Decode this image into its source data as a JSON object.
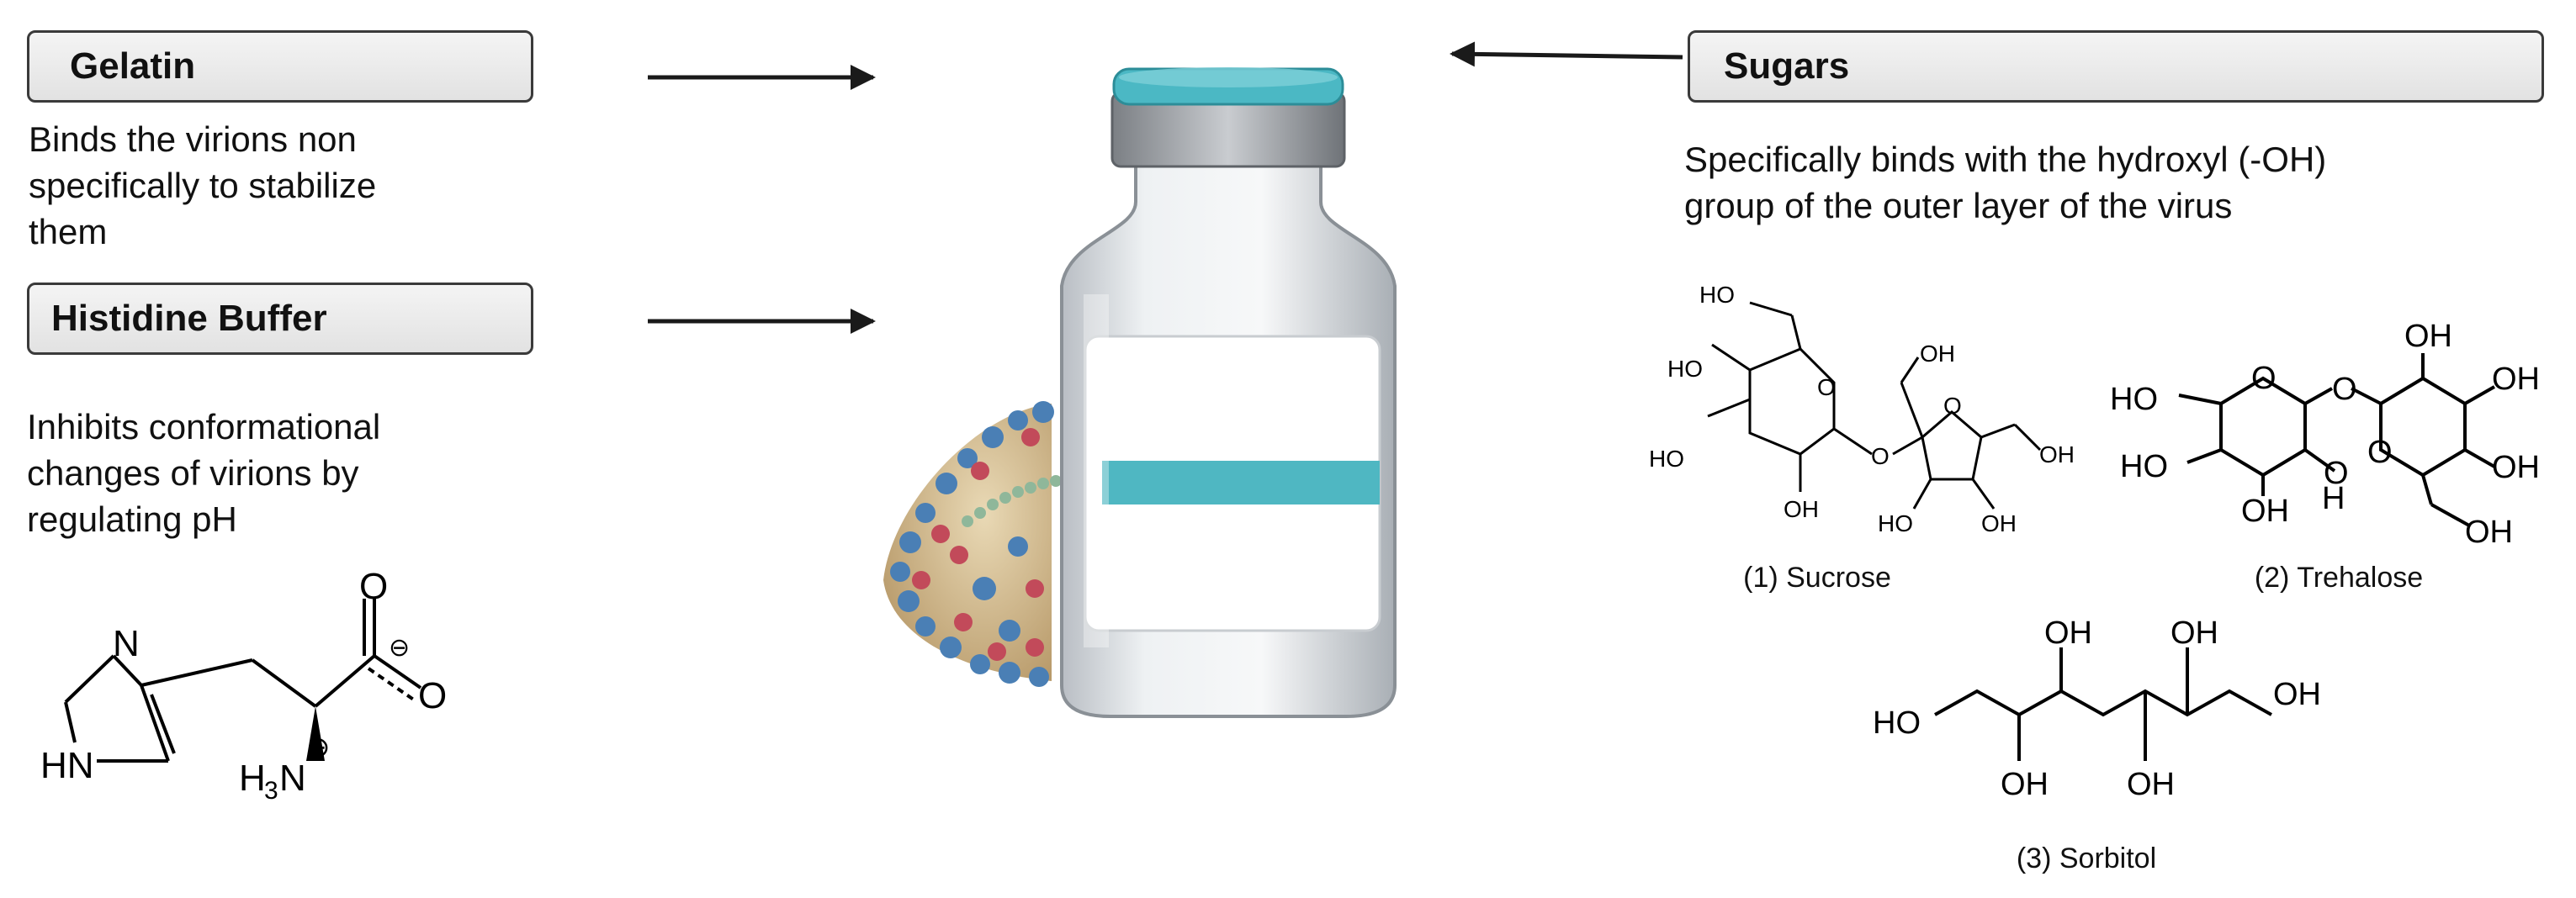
{
  "gelatin": {
    "title": "Gelatin",
    "description": [
      "Binds the virions non",
      "specifically to stabilize",
      "them"
    ]
  },
  "histidine": {
    "title": "Histidine Buffer",
    "description": [
      "Inhibits conformational",
      "changes of virions by",
      "regulating pH"
    ]
  },
  "sugars": {
    "title": "Sugars",
    "description": [
      "Specifically binds with the hydroxyl (-OH)",
      "group of the outer layer of the virus"
    ]
  },
  "structures": {
    "sucrose_caption": "(1) Sucrose",
    "trehalose_caption": "(2) Trehalose",
    "sorbitol_caption": "(3) Sorbitol"
  },
  "colors": {
    "vial_cap": "#4bb8c4",
    "vial_band": "#4fb7c2",
    "virion_spike_blue": "#4a7fb5",
    "virion_spike_red": "#c24a5a"
  }
}
